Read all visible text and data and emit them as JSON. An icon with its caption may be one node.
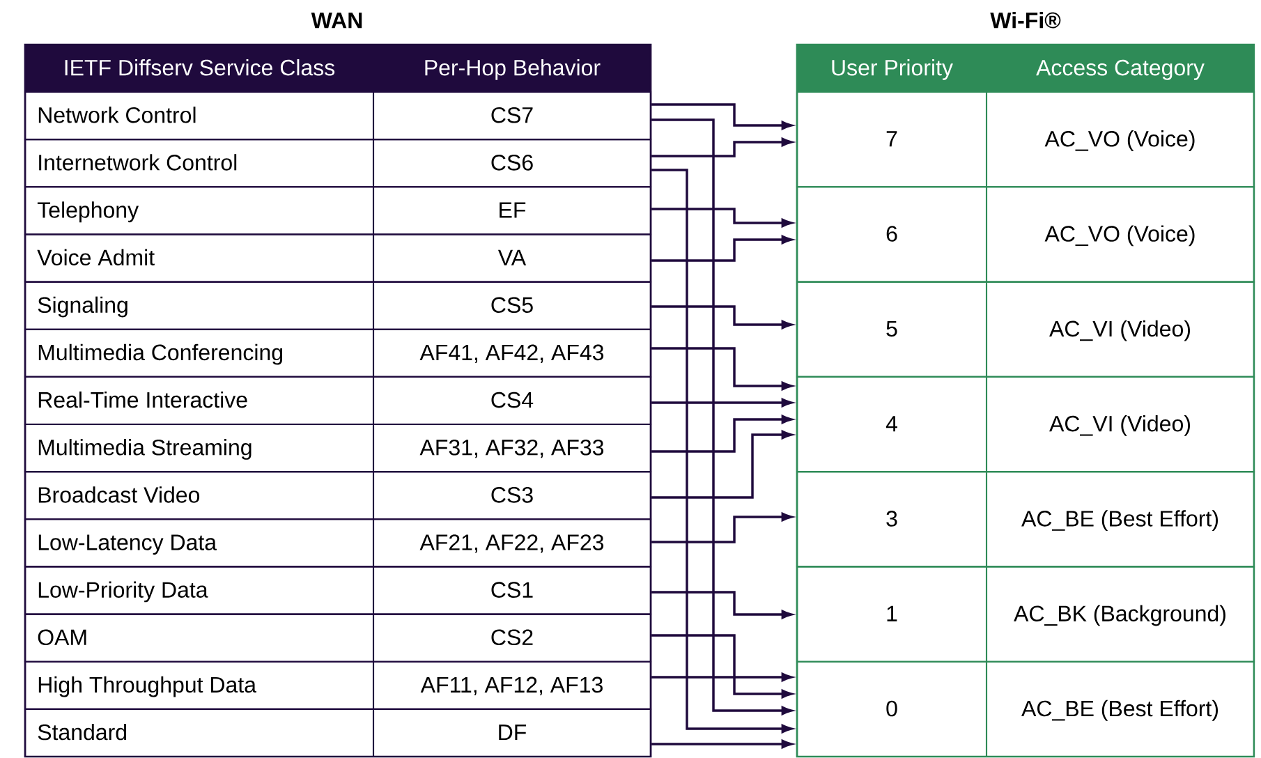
{
  "diagram": {
    "nodes": [
      {
        "text": [
          "WAN",
          "IETF Diffserv Service Class",
          "Per-Hop Behavior"
        ]
      },
      {
        "text": [
          "Network Control",
          "CS7"
        ],
        "in": 0
      },
      {
        "text": [
          "Internetwork Control",
          "CS6"
        ],
        "in": 0
      },
      {
        "text": [
          "Telephony",
          "EF"
        ],
        "in": 0
      },
      {
        "text": [
          "Voice Admit",
          "VA"
        ],
        "in": 0
      },
      {
        "text": [
          "Signaling",
          "CS5"
        ],
        "in": 0
      },
      {
        "text": [
          "Multimedia Conferencing",
          "AF41, AF42, AF43"
        ],
        "in": 0
      },
      {
        "text": [
          "Real-Time Interactive",
          "CS4"
        ],
        "in": 0
      },
      {
        "text": [
          "Multimedia Streaming",
          "AF31, AF32, AF33"
        ],
        "in": 0
      },
      {
        "text": [
          "Broadcast Video",
          "CS3"
        ],
        "in": 0
      },
      {
        "text": [
          "Low-Latency Data",
          "AF21, AF22, AF23"
        ],
        "in": 0
      },
      {
        "text": [
          "Low-Priority Data",
          "CS1"
        ],
        "in": 0
      },
      {
        "text": [
          "OAM",
          "CS2"
        ],
        "in": 0
      },
      {
        "text": [
          "High Throughput Data",
          "AF11, AF12, AF13"
        ],
        "in": 0
      },
      {
        "text": [
          "Standard",
          "DF"
        ],
        "in": 0
      },
      {
        "text": [
          "Wi-Fi®",
          "User Priority",
          "Access Category"
        ]
      },
      {
        "text": [
          "7",
          "AC_VO (Voice)"
        ],
        "in": 15
      },
      {
        "text": [
          "6",
          "AC_VO (Voice)"
        ],
        "in": 15
      },
      {
        "text": [
          "5",
          "AC_VI (Video)"
        ],
        "in": 15
      },
      {
        "text": [
          "4",
          "AC_VI (Video)"
        ],
        "in": 15
      },
      {
        "text": [
          "3",
          "AC_BE (Best Effort)"
        ],
        "in": 15
      },
      {
        "text": [
          "1",
          "AC_BK (Background)"
        ],
        "in": 15
      },
      {
        "text": [
          "0",
          "AC_BE (Best Effort)"
        ],
        "in": 15
      }
    ],
    "edges": [
      {
        "from": 1,
        "to": 16,
        "arrow": "to"
      },
      {
        "from": 1,
        "to": 22,
        "arrow": "to"
      },
      {
        "from": 2,
        "to": 16,
        "arrow": "to"
      },
      {
        "from": 2,
        "to": 22,
        "arrow": "to"
      },
      {
        "from": 3,
        "to": 17,
        "arrow": "to"
      },
      {
        "from": 4,
        "to": 17,
        "arrow": "to"
      },
      {
        "from": 5,
        "to": 18,
        "arrow": "to"
      },
      {
        "from": 6,
        "to": 19,
        "arrow": "to"
      },
      {
        "from": 7,
        "to": 19,
        "arrow": "to"
      },
      {
        "from": 8,
        "to": 19,
        "arrow": "to"
      },
      {
        "from": 9,
        "to": 19,
        "arrow": "to"
      },
      {
        "from": 10,
        "to": 20,
        "arrow": "to"
      },
      {
        "from": 11,
        "to": 21,
        "arrow": "to"
      },
      {
        "from": 12,
        "to": 22,
        "arrow": "to"
      },
      {
        "from": 13,
        "to": 22,
        "arrow": "to"
      },
      {
        "from": 14,
        "to": 22,
        "arrow": "to"
      }
    ]
  }
}
